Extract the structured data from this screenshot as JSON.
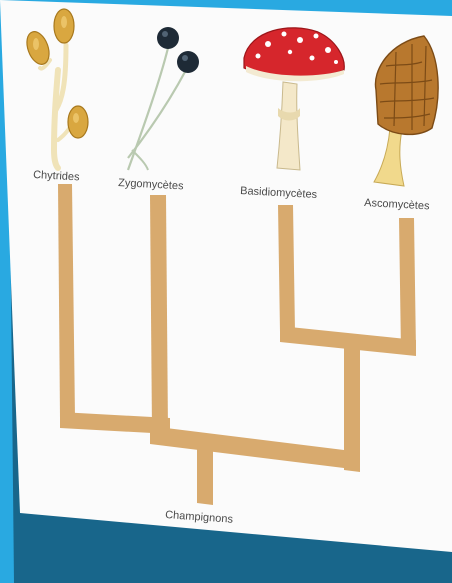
{
  "tree": {
    "root_label": "Champignons",
    "leaves": [
      {
        "label": "Chytrides"
      },
      {
        "label": "Zygomycètes"
      },
      {
        "label": "Basidiomycètes"
      },
      {
        "label": "Ascomycètes"
      }
    ]
  },
  "colors": {
    "background_frame": "#29a9e1",
    "card": "#fbfbfb",
    "branch": "#d8aa6e",
    "shadow": "#0b2f45"
  },
  "icons": {
    "chytrid": "chytrid-fungus-illustration",
    "zygomycete": "zygomycete-fungus-illustration",
    "basidiomycete": "fly-agaric-mushroom-illustration",
    "ascomycete": "morel-mushroom-illustration"
  }
}
